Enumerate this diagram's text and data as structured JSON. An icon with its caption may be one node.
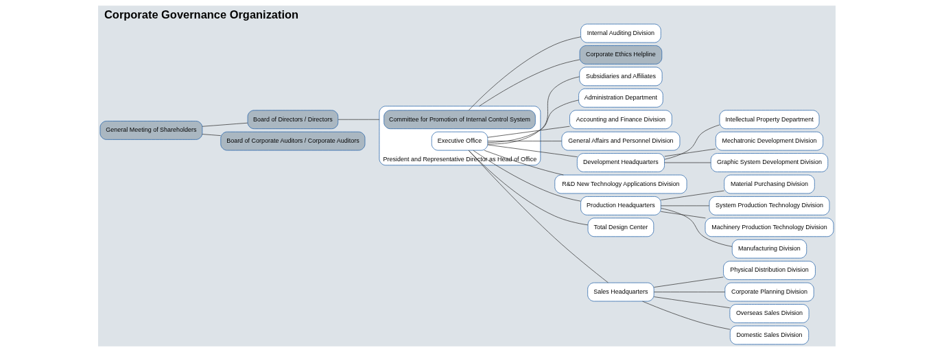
{
  "diagram": {
    "title": "Corporate Governance Organization",
    "nodes": [
      {
        "text": [
          "General Meeting of Shareholders"
        ]
      },
      {
        "text": [
          "Board of Directors / Directors"
        ]
      },
      {
        "text": [
          "Board of Corporate Auditors / Corporate Auditors"
        ]
      },
      {
        "text": [
          "President and Representative Director as Head of Office"
        ]
      },
      {
        "text": [
          "Committee for Promotion of Internal Control System"
        ],
        "in": 3
      },
      {
        "text": [
          "Executive Office"
        ],
        "in": 3
      },
      {
        "text": [
          "Internal Auditing Division"
        ]
      },
      {
        "text": [
          "Corporate Ethics Helpline"
        ]
      },
      {
        "text": [
          "Subsidiaries and Affiliates"
        ]
      },
      {
        "text": [
          "Administration Department"
        ]
      },
      {
        "text": [
          "Accounting and Finance Division"
        ]
      },
      {
        "text": [
          "General Affairs and Personnel Division"
        ]
      },
      {
        "text": [
          "Development Headquarters"
        ]
      },
      {
        "text": [
          "Intellectual Property Department"
        ]
      },
      {
        "text": [
          "Mechatronic Development Division"
        ]
      },
      {
        "text": [
          "Graphic System Development Division"
        ]
      },
      {
        "text": [
          "R&D New Technology Applications Division"
        ]
      },
      {
        "text": [
          "Production Headquarters"
        ]
      },
      {
        "text": [
          "Material Purchasing Division"
        ]
      },
      {
        "text": [
          "System Production Technology Division"
        ]
      },
      {
        "text": [
          "Machinery Production Technology Division"
        ]
      },
      {
        "text": [
          "Manufacturing Division"
        ]
      },
      {
        "text": [
          "Total Design Center"
        ]
      },
      {
        "text": [
          "Sales Headquarters"
        ]
      },
      {
        "text": [
          "Physical Distribution Division"
        ]
      },
      {
        "text": [
          "Corporate Planning Division"
        ]
      },
      {
        "text": [
          "Overseas Sales Division"
        ]
      },
      {
        "text": [
          "Domestic Sales Division"
        ]
      }
    ],
    "edges": [
      {
        "from": 0,
        "to": 1,
        "arrow": "none"
      },
      {
        "from": 0,
        "to": 2,
        "arrow": "none"
      },
      {
        "from": 1,
        "to": 3,
        "arrow": "none"
      },
      {
        "from": 4,
        "to": 6,
        "arrow": "none"
      },
      {
        "from": 3,
        "to": 7,
        "arrow": "none"
      },
      {
        "from": 5,
        "to": 8,
        "arrow": "none"
      },
      {
        "from": 5,
        "to": 9,
        "arrow": "none"
      },
      {
        "from": 5,
        "to": 10,
        "arrow": "none"
      },
      {
        "from": 5,
        "to": 11,
        "arrow": "none"
      },
      {
        "from": 5,
        "to": 12,
        "arrow": "none"
      },
      {
        "from": 12,
        "to": 13,
        "arrow": "none"
      },
      {
        "from": 12,
        "to": 14,
        "arrow": "none"
      },
      {
        "from": 12,
        "to": 15,
        "arrow": "none"
      },
      {
        "from": 5,
        "to": 16,
        "arrow": "none"
      },
      {
        "from": 5,
        "to": 17,
        "arrow": "none"
      },
      {
        "from": 17,
        "to": 18,
        "arrow": "none"
      },
      {
        "from": 17,
        "to": 19,
        "arrow": "none"
      },
      {
        "from": 17,
        "to": 20,
        "arrow": "none"
      },
      {
        "from": 17,
        "to": 21,
        "arrow": "none"
      },
      {
        "from": 5,
        "to": 22,
        "arrow": "none"
      },
      {
        "from": 5,
        "to": 23,
        "arrow": "none"
      },
      {
        "from": 23,
        "to": 24,
        "arrow": "none"
      },
      {
        "from": 23,
        "to": 25,
        "arrow": "none"
      },
      {
        "from": 23,
        "to": 26,
        "arrow": "none"
      },
      {
        "from": 23,
        "to": 27,
        "arrow": "none"
      }
    ]
  }
}
